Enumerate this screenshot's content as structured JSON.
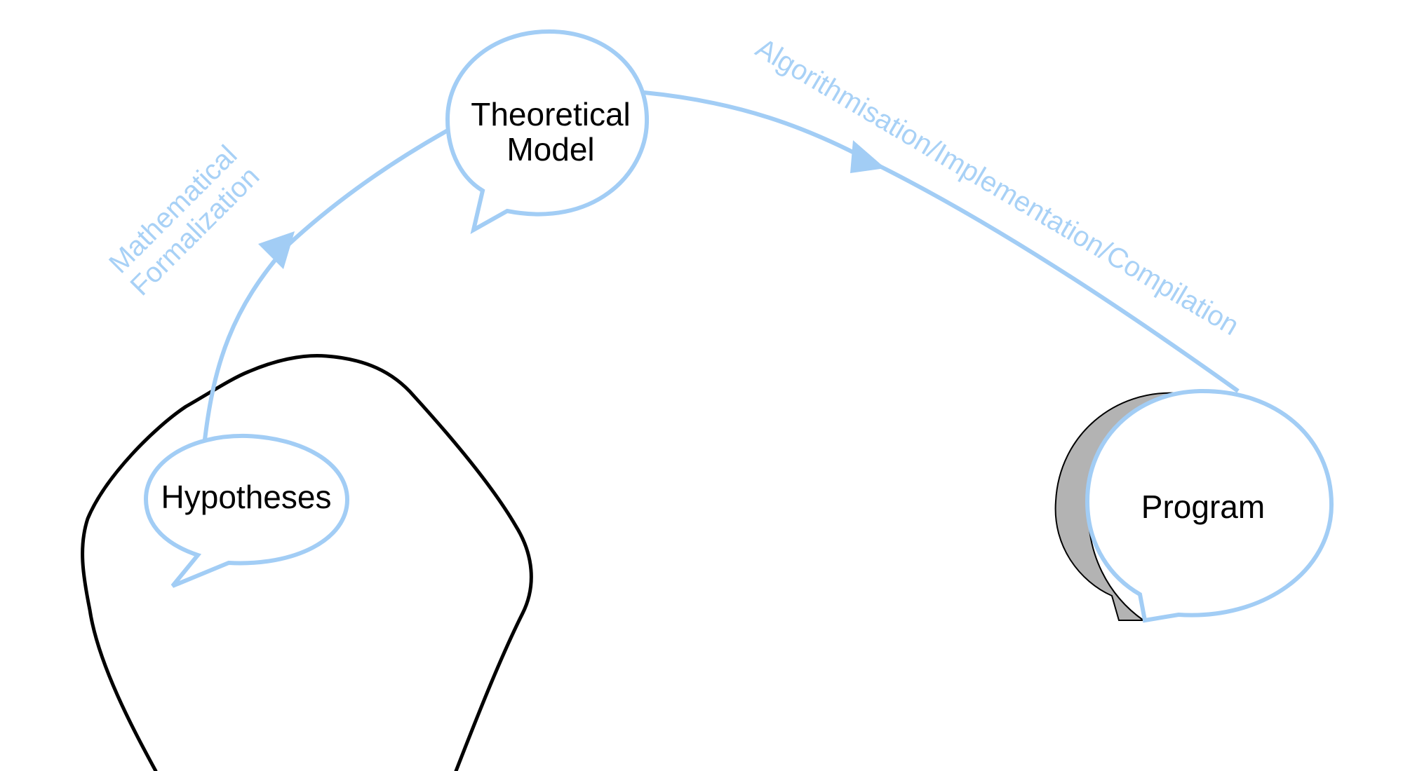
{
  "nodes": {
    "hypotheses": {
      "label": "Hypotheses"
    },
    "model": {
      "line1": "Theoretical",
      "line2": "Model"
    },
    "program": {
      "label": "Program"
    }
  },
  "edges": {
    "formalization": {
      "line1": "Mathematical",
      "line2": "Formalization"
    },
    "implementation": {
      "label": "Algorithmisation/Implementation/Compilation"
    }
  },
  "colors": {
    "accent": "#a2cdf5",
    "outline": "#000000",
    "shadow": "#b3b3b3"
  }
}
